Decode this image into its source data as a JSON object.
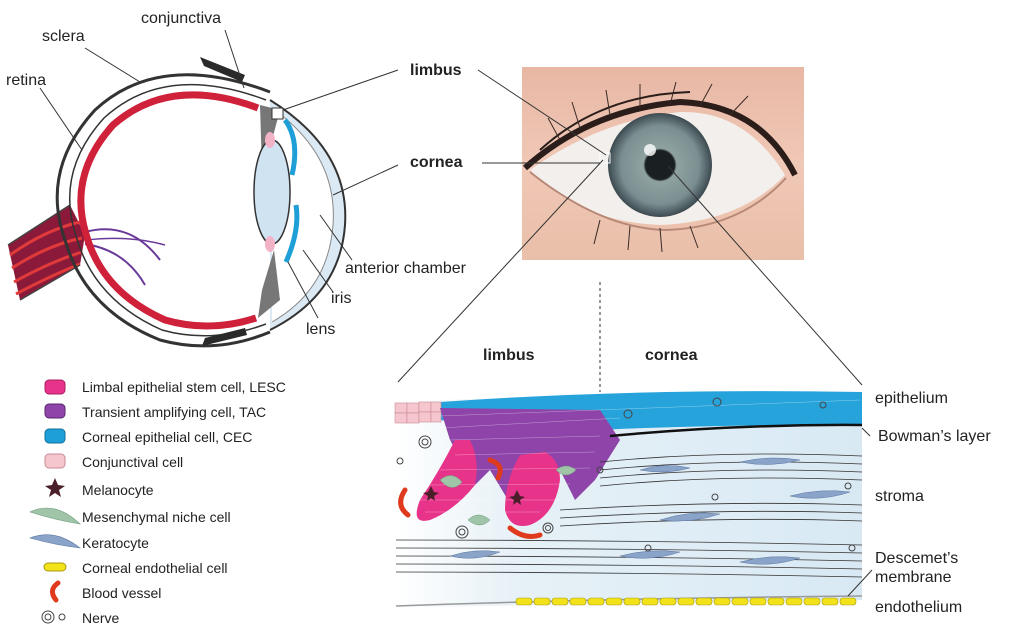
{
  "eye_labels": {
    "conjunctiva": "conjunctiva",
    "sclera": "sclera",
    "retina": "retina",
    "limbus": "limbus",
    "cornea": "cornea",
    "anterior_chamber": "anterior chamber",
    "iris": "iris",
    "lens": "lens"
  },
  "section_labels": {
    "limbus": "limbus",
    "cornea": "cornea",
    "epithelium": "epithelium",
    "bowmans_layer": "Bowman’s layer",
    "stroma": "stroma",
    "descemets_line1": "Descemet’s",
    "descemets_line2": "membrane",
    "endothelium": "endothelium"
  },
  "legend": [
    {
      "icon": "lesc-icon",
      "label": "Limbal epithelial stem cell, LESC",
      "color": "#e8338a"
    },
    {
      "icon": "tac-icon",
      "label": "Transient amplifying cell, TAC",
      "color": "#8e44a8"
    },
    {
      "icon": "cec-icon",
      "label": "Corneal epithelial cell, CEC",
      "color": "#1e9fd8"
    },
    {
      "icon": "conjunctival-cell-icon",
      "label": "Conjunctival cell",
      "color": "#f6c6cf"
    },
    {
      "icon": "melanocyte-icon",
      "label": "Melanocyte",
      "color": "#4a1f2a"
    },
    {
      "icon": "mesenchymal-cell-icon",
      "label": "Mesenchymal niche cell",
      "color": "#9fc4a8"
    },
    {
      "icon": "keratocyte-icon",
      "label": "Keratocyte",
      "color": "#8aa3c8"
    },
    {
      "icon": "endothelial-cell-icon",
      "label": "Corneal endothelial cell",
      "color": "#f2e21a"
    },
    {
      "icon": "blood-vessel-icon",
      "label": "Blood vessel",
      "color": "#e03a1e"
    },
    {
      "icon": "nerve-icon",
      "label": "Nerve",
      "color": "#555555"
    }
  ]
}
